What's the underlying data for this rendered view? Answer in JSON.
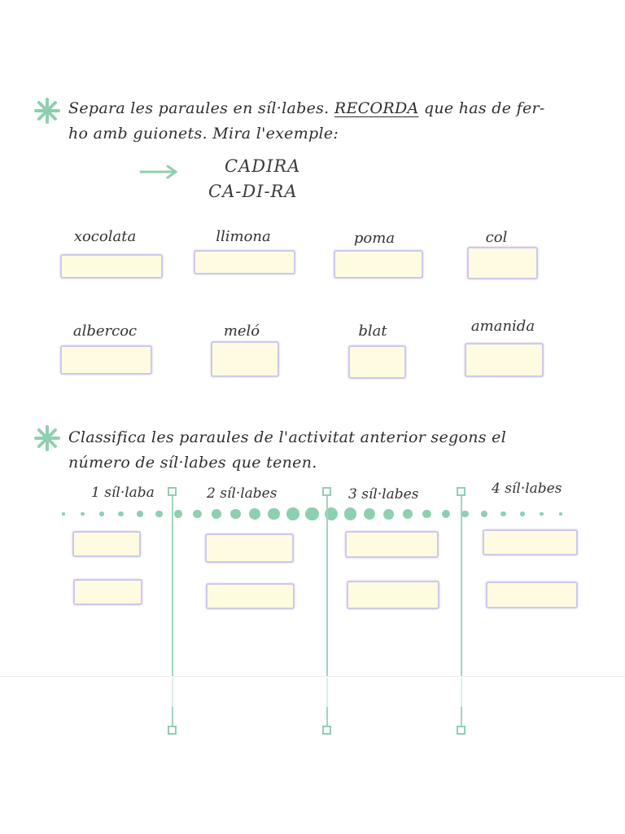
{
  "activity1": {
    "instruction_part1": "Separa les paraules en síl·labes. ",
    "instruction_emphasis": "RECORDA",
    "instruction_part2": " que has de fer-",
    "instruction_line2": "ho amb guionets. Mira l'exemple:",
    "example_word": "CADIRA",
    "example_split": "CA-DI-RA",
    "words": [
      "xocolata",
      "llimona",
      "poma",
      "col",
      "albercoc",
      "meló",
      "blat",
      "amanida"
    ]
  },
  "activity2": {
    "instruction_line1": "Classifica les paraules de l'activitat anterior segons el",
    "instruction_line2": "número de síl·labes que tenen.",
    "columns": [
      "1 síl·laba",
      "2 síl·labes",
      "3 síl·labes",
      "4 síl·labes"
    ]
  },
  "colors": {
    "accent": "#8fcfb1",
    "box_fill": "#fffbe0",
    "box_border": "#cfc8ec"
  },
  "icons": [
    "asterisk-icon",
    "arrow-right-icon"
  ]
}
